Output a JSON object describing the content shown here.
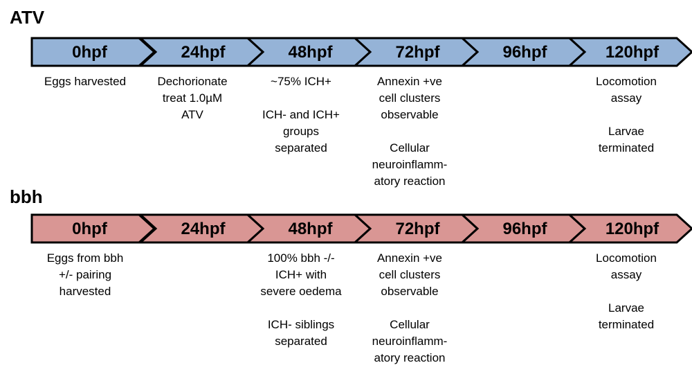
{
  "colors": {
    "atv_fill": "#95b3d7",
    "bbh_fill": "#d99694",
    "outline": "#000000"
  },
  "timelines": [
    {
      "title": "ATV",
      "stages": [
        {
          "label": "0hpf",
          "lines": [
            "Eggs harvested"
          ]
        },
        {
          "label": "24hpf",
          "lines": [
            "Dechorionate",
            "treat 1.0µM",
            "ATV"
          ]
        },
        {
          "label": "48hpf",
          "lines": [
            "~75% ICH+",
            "",
            "ICH- and ICH+",
            "groups",
            "separated"
          ]
        },
        {
          "label": "72hpf",
          "lines": [
            "Annexin +ve",
            "cell clusters",
            "observable",
            "",
            "Cellular",
            "neuroinflamm-",
            "atory reaction"
          ]
        },
        {
          "label": "96hpf",
          "lines": []
        },
        {
          "label": "120hpf",
          "lines": [
            "Locomotion",
            "assay",
            "",
            "Larvae",
            "terminated"
          ]
        }
      ]
    },
    {
      "title": "bbh",
      "stages": [
        {
          "label": "0hpf",
          "lines": [
            "Eggs from bbh",
            "+/- pairing",
            "harvested"
          ]
        },
        {
          "label": "24hpf",
          "lines": []
        },
        {
          "label": "48hpf",
          "lines": [
            "100% bbh -/-",
            "ICH+ with",
            "severe oedema",
            "",
            "ICH- siblings",
            "separated"
          ]
        },
        {
          "label": "72hpf",
          "lines": [
            "Annexin +ve",
            "cell clusters",
            "observable",
            "",
            "Cellular",
            "neuroinflamm-",
            "atory reaction"
          ]
        },
        {
          "label": "96hpf",
          "lines": []
        },
        {
          "label": "120hpf",
          "lines": [
            "Locomotion",
            "assay",
            "",
            "Larvae",
            "terminated"
          ]
        }
      ]
    }
  ]
}
